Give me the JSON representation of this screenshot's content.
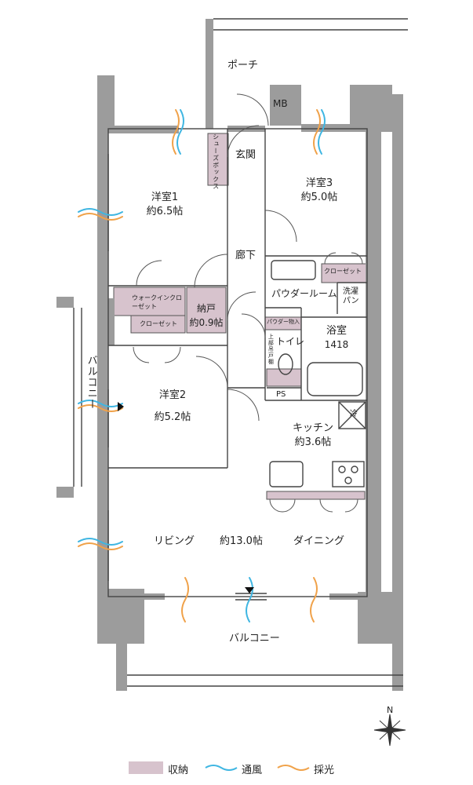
{
  "rooms": {
    "porch": "ポーチ",
    "mb": "MB",
    "shoe_box": "シューズボックス",
    "entrance": "玄関",
    "western3_name": "洋室3",
    "western3_size": "約5.0帖",
    "western1_name": "洋室1",
    "western1_size": "約6.5帖",
    "hallway": "廊下",
    "closet_w3": "クローゼット",
    "powder_room": "パウダールーム",
    "washing_pan": "洗濯パン",
    "walkin_closet": "ウォークインクローゼット",
    "closet_w1": "クローゼット",
    "storage_name": "納戸",
    "storage_size": "約0.9帖",
    "powder_storage": "パウダー物入",
    "upper_cabinet": "上部吊戸棚",
    "toilet": "トイレ",
    "bath_name": "浴室",
    "bath_size": "1418",
    "ps": "PS",
    "western2_name": "洋室2",
    "western2_size": "約5.2帖",
    "fridge": "冷",
    "kitchen_name": "キッチン",
    "kitchen_size": "約3.6帖",
    "balcony_side": "バルコニー",
    "living": "リビング",
    "ld_size": "約13.0帖",
    "dining": "ダイニング",
    "balcony_south": "バルコニー"
  },
  "compass": {
    "label": "N"
  },
  "legend": {
    "storage": "収納",
    "ventilation": "通風",
    "daylight": "採光"
  },
  "colors": {
    "wall": "#9c9c9c",
    "storage": "#d7c3cd",
    "ventilation": "#3fb6e2",
    "daylight": "#f0a24a",
    "line": "#444444"
  }
}
